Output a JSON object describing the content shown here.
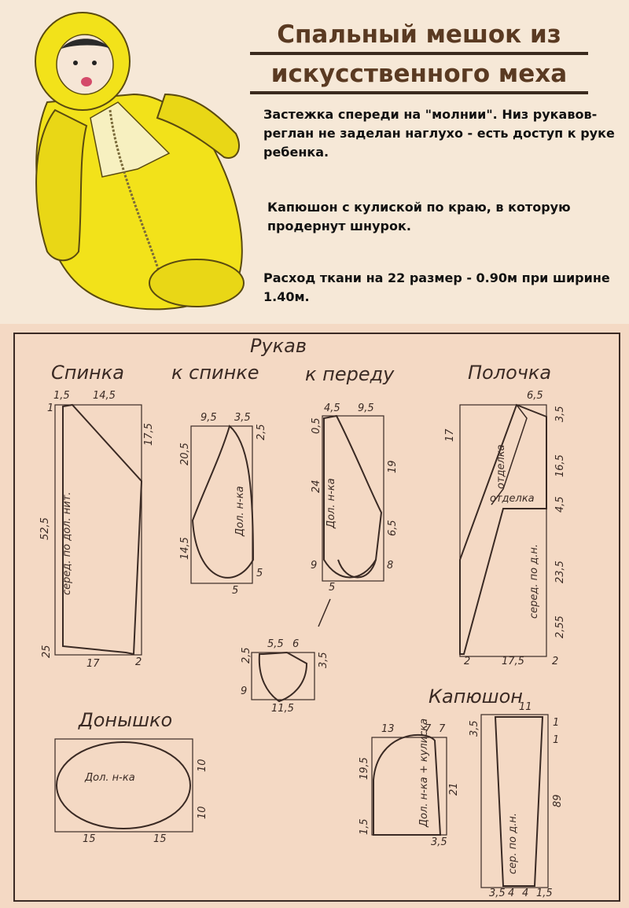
{
  "header": {
    "title_line1": "Спальный мешок из",
    "title_line2": "искусственного меха"
  },
  "description": {
    "p1": "Застежка спереди на \"молнии\". Низ рукавов-реглан не заделан наглухо - есть доступ к руке ребенка.",
    "p2": "Капюшон с кулиской по краю, в которую продернут шнурок.",
    "p3": "Расход ткани на 22 размер - 0.90м при ширине 1.40м."
  },
  "pattern": {
    "sleeve_title": "Рукав",
    "back_title": "Спинка",
    "to_back_title": "к спинке",
    "to_front_title": "к переду",
    "front_title": "Полочка",
    "bottom_title": "Донышко",
    "hood_title": "Капюшон",
    "labels": {
      "back_center": "серед. по дол. нит.",
      "sleeve_back": "Дол. н-ка",
      "sleeve_front": "Дол. н-ка",
      "facing": "отделка",
      "facing2": "отделка",
      "front_center": "серед. по д.н.",
      "bottom_grain": "Дол. н-ка",
      "hood_grain": "Дол. н-ка + кулиска",
      "hood_strip": "сер. по д.н."
    },
    "dims": {
      "back_top1": "1,5",
      "back_top2": "14,5",
      "back_1": "1",
      "back_right": "17,5",
      "back_left": "52,5",
      "back_bottom_left": "25",
      "back_bottom": "17",
      "back_bottom_right": "2",
      "sb_top1": "9,5",
      "sb_top2": "3,5",
      "sb_r1": "2,5",
      "sb_left1": "20,5",
      "sb_left2": "14,5",
      "sb_r2": "5",
      "sb_bottom": "5",
      "sf_top1": "4,5",
      "sf_top2": "9,5",
      "sf_l1": "0,5",
      "sf_l2": "24",
      "sf_l3": "9",
      "sf_r1": "19",
      "sf_r2": "6,5",
      "sf_r3": "8",
      "sf_bottom": "5",
      "fr_top": "6,5",
      "fr_left": "17",
      "fr_r1": "3,5",
      "fr_r2": "16,5",
      "fr_r3": "4,5",
      "fr_r4": "23,5",
      "fr_r5": "2,55",
      "fr_bottom_left": "2",
      "fr_bottom": "17,5",
      "fr_bottom_right": "2",
      "sm_top1": "5,5",
      "sm_top2": "6",
      "sm_left": "2,5",
      "sm_right": "3,5",
      "sm_left2": "9",
      "sm_bottom": "11,5",
      "bt_right1": "10",
      "bt_right2": "10",
      "bt_bottom1": "15",
      "bt_bottom2": "15",
      "hd_top": "13",
      "hd_top2": "7",
      "hd_top3": "7",
      "hd_left": "19,5",
      "hd_left2": "1,5",
      "hd_right": "21",
      "hd_bottom": "3,5",
      "hs_top": "11",
      "hs_left": "3,5",
      "hs_right1": "1",
      "hs_right2": "1",
      "hs_right3": "89",
      "hs_bottom1": "3,5",
      "hs_bottom2": "4",
      "hs_bottom3": "4",
      "hs_bottom4": "1,5"
    }
  },
  "colors": {
    "background": "#f4d9c4",
    "ink": "#3a2a24",
    "fur": "#f2e21a",
    "title": "#5a3a22"
  }
}
